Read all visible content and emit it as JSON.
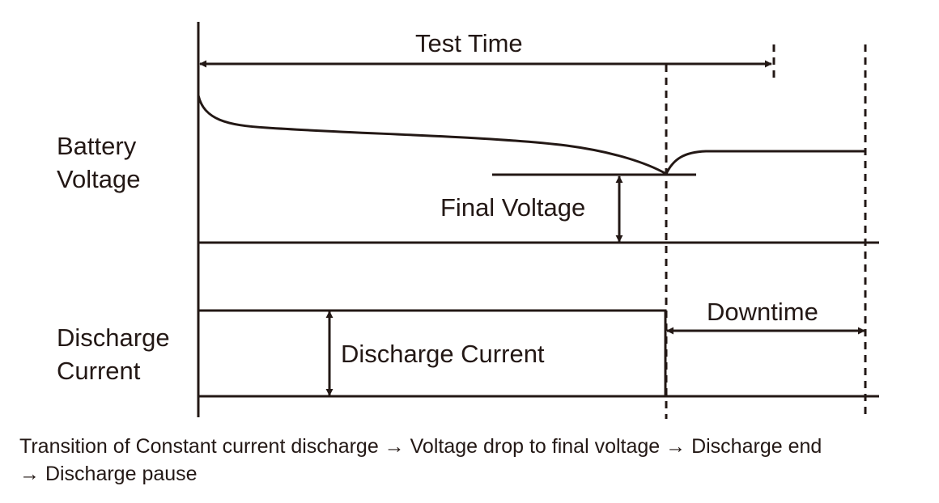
{
  "diagram": {
    "title": "Constant current discharge timing diagram",
    "axis_labels": {
      "voltage": [
        "Battery",
        "Voltage"
      ],
      "current": [
        "Discharge",
        "Current"
      ]
    },
    "annotations": {
      "test_time": "Test Time",
      "final_voltage": "Final Voltage",
      "discharge_current": "Discharge Current",
      "downtime": "Downtime"
    },
    "caption": "Transition of Constant current discharge → Voltage drop to final voltage → Discharge end\n→ Discharge pause",
    "colors": {
      "ink": "#231815",
      "background": "#ffffff"
    }
  }
}
